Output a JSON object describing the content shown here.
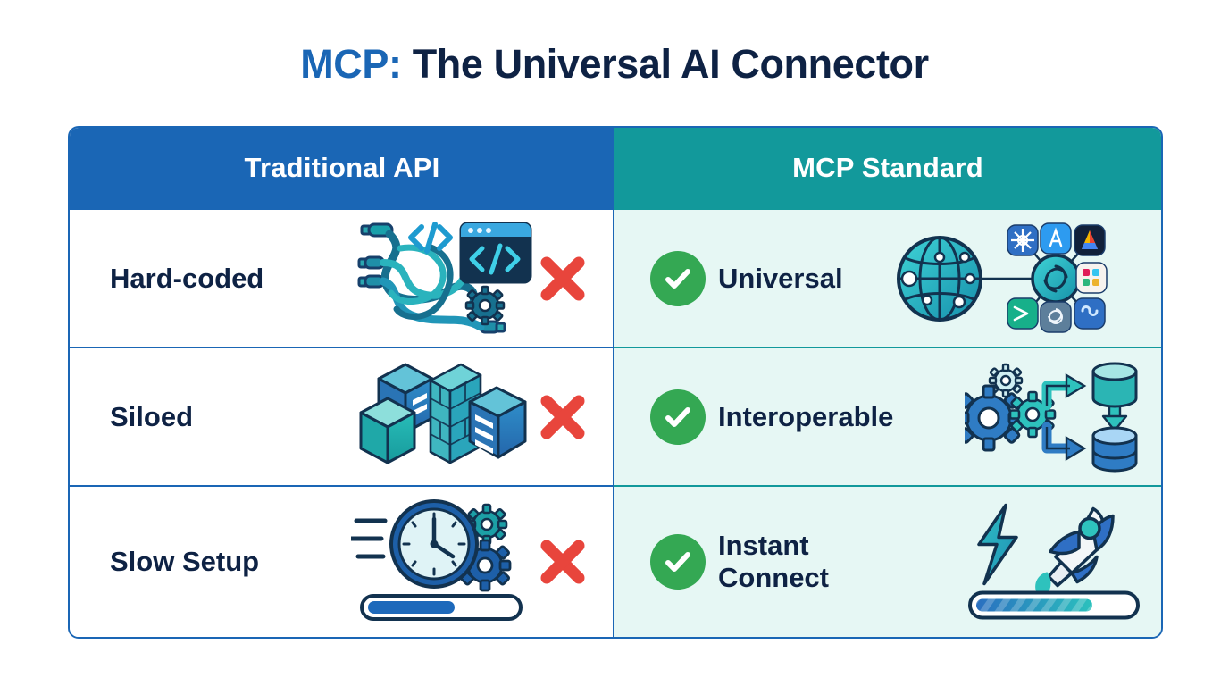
{
  "title": {
    "accent": "MCP:",
    "rest": " The Universal AI Connector"
  },
  "colors": {
    "brand_blue": "#1a66b5",
    "brand_teal": "#12999b",
    "navy_text": "#0e2244",
    "check_green": "#34a853",
    "cross_red": "#e8453c",
    "right_cell_bg": "#e6f7f4"
  },
  "table": {
    "headers": {
      "left": "Traditional API",
      "right": "MCP Standard"
    },
    "rows": [
      {
        "left_label": "Hard-coded",
        "left_icon": "tangled-cables-code-window-icon",
        "left_mark": "red-cross-icon",
        "right_label": "Universal",
        "right_mark": "green-check-icon",
        "right_icon": "globe-network-hub-apps-icon"
      },
      {
        "left_label": "Siloed",
        "left_icon": "server-boxes-brick-wall-icon",
        "left_mark": "red-cross-icon",
        "right_label": "Interoperable",
        "right_mark": "green-check-icon",
        "right_icon": "gears-arrows-databases-icon"
      },
      {
        "left_label": "Slow Setup",
        "left_icon": "clock-gears-progressbar-icon",
        "left_mark": "red-cross-icon",
        "right_label": "Instant\nConnect",
        "right_mark": "green-check-icon",
        "right_icon": "lightning-rocket-progressbar-icon"
      }
    ]
  },
  "progress": {
    "slow_setup_percent": 55,
    "instant_connect_percent": 72
  }
}
